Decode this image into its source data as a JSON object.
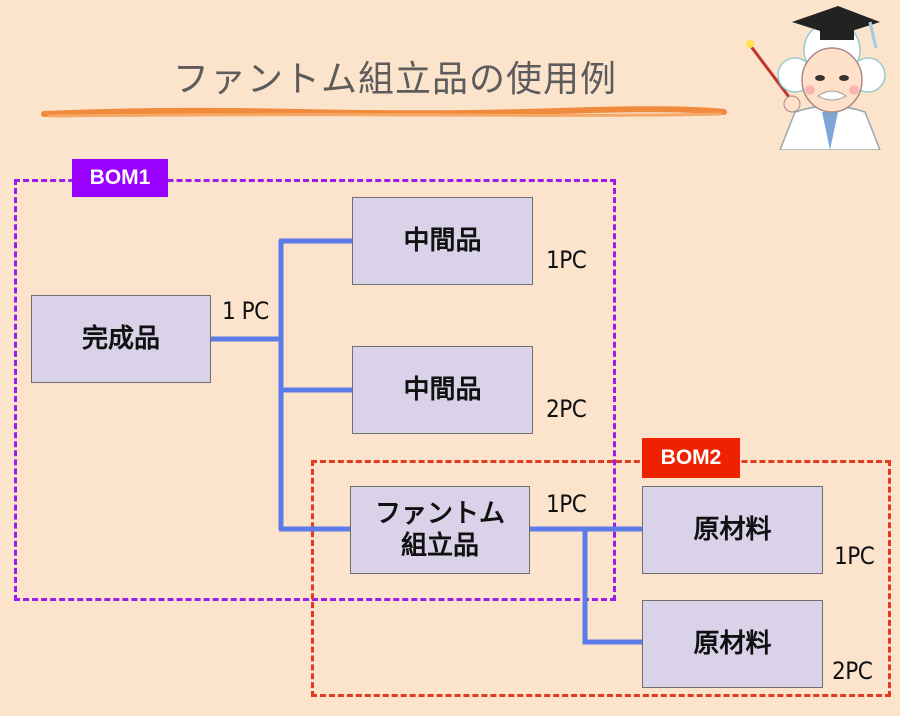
{
  "title": "ファントム組立品の使用例",
  "frames": {
    "bom1_label": "BOM1",
    "bom2_label": "BOM2"
  },
  "nodes": {
    "finished": "完成品",
    "intermediate_1": "中間品",
    "intermediate_2": "中間品",
    "phantom": "ファントム\n組立品",
    "raw_1": "原材料",
    "raw_2": "原材料"
  },
  "quantities": {
    "finished_link": "1 PC",
    "intermediate_1": "1PC",
    "intermediate_2": "2PC",
    "phantom_link": "1PC",
    "raw_1": "1PC",
    "raw_2": "2PC"
  },
  "colors": {
    "background": "#fbe3cc",
    "node_fill": "#d9d2e9",
    "connector": "#5b7be8",
    "bom1": "#9900ff",
    "bom2": "#ee2200",
    "underline": "#f08a3c"
  },
  "mascot_icon": "professor-mascot-icon"
}
